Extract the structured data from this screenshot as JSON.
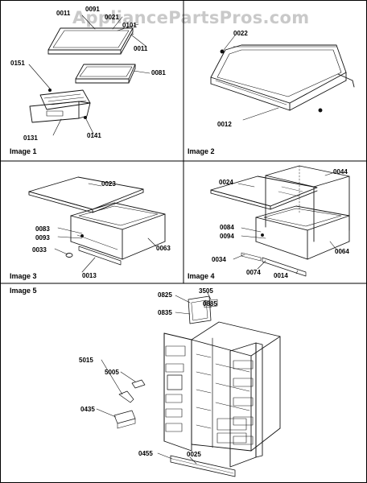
{
  "watermark": "AppliancePartsPros.com",
  "captions": [
    "Image 1",
    "Image 2",
    "Image 3",
    "Image 4",
    "Image 5"
  ],
  "image1": {
    "parts": [
      "0011",
      "0091",
      "0021",
      "0101",
      "0011",
      "0151",
      "0081",
      "0131",
      "0141"
    ]
  },
  "image2": {
    "parts": [
      "0022",
      "0012"
    ]
  },
  "image3": {
    "parts": [
      "0023",
      "0083",
      "0093",
      "0033",
      "0063",
      "0013"
    ]
  },
  "image4": {
    "parts": [
      "0024",
      "0044",
      "0084",
      "0094",
      "0034",
      "0074",
      "0014",
      "0064"
    ]
  },
  "image5": {
    "parts": [
      "0825",
      "3505",
      "0835",
      "0885",
      "5005",
      "5015",
      "0435",
      "0455",
      "0025"
    ]
  }
}
